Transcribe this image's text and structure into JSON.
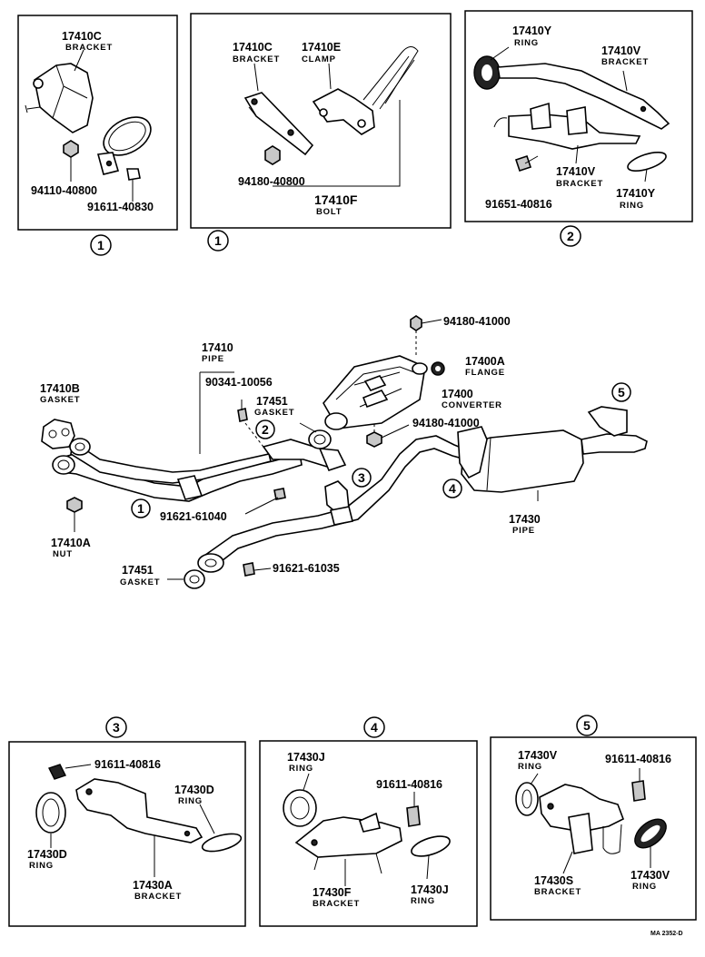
{
  "callouts": {
    "c1": "1",
    "c2": "2",
    "c3": "3",
    "c4": "4",
    "c5": "5"
  },
  "box1": {
    "bracket_num": "17410C",
    "bracket_name": "BRACKET",
    "nut": "94110-40800",
    "bolt": "91611-40830"
  },
  "box2": {
    "bracket_num": "17410C",
    "bracket_name": "BRACKET",
    "clamp_num": "17410E",
    "clamp_name": "CLAMP",
    "nut": "94180-40800",
    "bolt_num": "17410F",
    "bolt_name": "BOLT"
  },
  "box3": {
    "ring_num": "17410Y",
    "ring_name": "RING",
    "bracket_num": "17410V",
    "bracket_name": "BRACKET",
    "bracket2_num": "17410V",
    "bracket2_name": "BRACKET",
    "bolt": "91651-40816",
    "ring2_num": "17410Y",
    "ring2_name": "RING"
  },
  "main": {
    "nut_top": "94180-41000",
    "pipe_num": "17410",
    "pipe_name": "PIPE",
    "flange_num": "17400A",
    "flange_name": "FLANGE",
    "gasket_b_num": "17410B",
    "gasket_b_name": "GASKET",
    "stud": "90341-10056",
    "gasket_num": "17451",
    "gasket_name": "GASKET",
    "converter_num": "17400",
    "converter_name": "CONVERTER",
    "nut_mid": "94180-41000",
    "nut_a_num": "17410A",
    "nut_a_name": "NUT",
    "bolt1": "91621-61040",
    "pipe2_num": "17430",
    "pipe2_name": "PIPE",
    "gasket2_num": "17451",
    "gasket2_name": "GASKET",
    "bolt2": "91621-61035"
  },
  "bot3": {
    "bolt": "91611-40816",
    "ring_d_num": "17430D",
    "ring_d_name": "RING",
    "ring_d2_num": "17430D",
    "ring_d2_name": "RING",
    "bracket_num": "17430A",
    "bracket_name": "BRACKET"
  },
  "bot4": {
    "ring_num": "17430J",
    "ring_name": "RING",
    "bolt": "91611-40816",
    "bracket_num": "17430F",
    "bracket_name": "BRACKET",
    "ring2_num": "17430J",
    "ring2_name": "RING"
  },
  "bot5": {
    "ring_num": "17430V",
    "ring_name": "RING",
    "bolt": "91611-40816",
    "bracket_num": "17430S",
    "bracket_name": "BRACKET",
    "ring2_num": "17430V",
    "ring2_name": "RING"
  },
  "footer_code": "MA 2352-D"
}
